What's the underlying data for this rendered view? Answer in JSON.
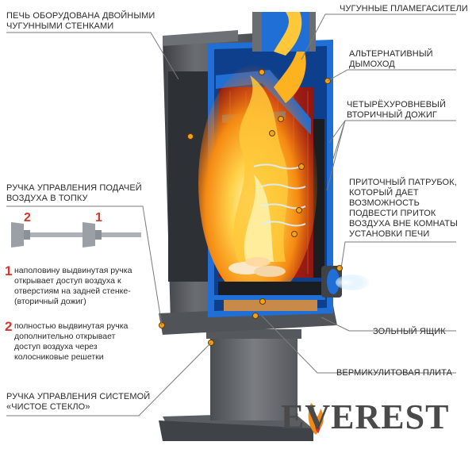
{
  "labels": {
    "double_walls": [
      "ПЕЧЬ ОБОРУДОВАНА ДВОЙНЫМИ",
      "ЧУГУННЫМИ СТЕНКАМИ"
    ],
    "flame_dampers": [
      "ЧУГУННЫЕ ПЛАМЕГАСИТЕЛИ"
    ],
    "alt_flue": [
      "АЛЬТЕРНАТИВНЫЙ",
      "ДЫМОХОД"
    ],
    "secondary_burn": [
      "ЧЕТЫРЁХУРОВНЕВЫЙ",
      "ВТОРИЧНЫЙ ДОЖИГ"
    ],
    "air_control": [
      "РУЧКА УПРАВЛЕНИЯ ПОДАЧЕЙ",
      "ВОЗДУХА В ТОПКУ"
    ],
    "inlet_pipe": [
      "ПРИТОЧНЫЙ ПАТРУБОК,",
      "КОТОРЫЙ ДАЕТ",
      "ВОЗМОЖНОСТЬ",
      "ПОДВЕСТИ ПРИТОК",
      "ВОЗДУХА ВНЕ КОМНАТЫ",
      "УСТАНОВКИ ПЕЧИ"
    ],
    "ash_box": [
      "ЗОЛЬНЫЙ ЯЩИК"
    ],
    "vermiculite": [
      "ВЕРМИКУЛИТОВАЯ ПЛИТА"
    ],
    "clean_glass": [
      "РУЧКА УПРАВЛЕНИЯ СИСТЕМОЙ",
      "«ЧИСТОЕ СТЕКЛО»"
    ]
  },
  "handle_positions": {
    "pos1": "1",
    "pos2": "2",
    "note1": [
      "наполовину выдвинутая ручка",
      "открывает доступ воздуха к",
      "отверстиям на задней стенке-",
      "(вторичный дожиг)"
    ],
    "note2": [
      "полностью выдвинутая ручка",
      "дополнительно открывает",
      "доступ воздуха через",
      "колосниковые решетки"
    ]
  },
  "brand": {
    "text": "EVEREST",
    "logo": "flame-logo"
  },
  "colors": {
    "accent_red": "#d8352a",
    "steel_blue": "#1f6fd6",
    "stove_gray": "#5e6166",
    "leader_line": "#7a7a7a",
    "marker_orange": "#f2a316"
  }
}
